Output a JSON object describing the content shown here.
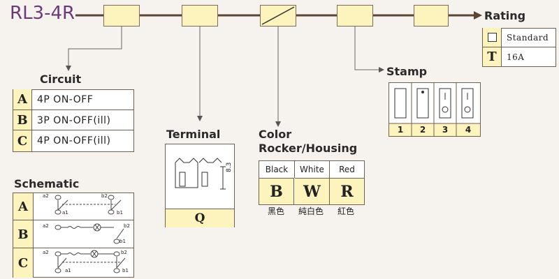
{
  "model": "RL3-4R",
  "rating": {
    "title": "Rating",
    "rows": [
      {
        "code": "□",
        "label": "Standard"
      },
      {
        "code": "T",
        "label": "16A"
      }
    ]
  },
  "stamp": {
    "title": "Stamp",
    "numbers": [
      "1",
      "2",
      "3",
      "4"
    ]
  },
  "circuit": {
    "title": "Circuit",
    "rows": [
      {
        "code": "A",
        "label": "4P ON-OFF"
      },
      {
        "code": "B",
        "label": "3P ON-OFF(ill)"
      },
      {
        "code": "C",
        "label": "4P ON-OFF(ill)"
      }
    ]
  },
  "terminal": {
    "title": "Terminal",
    "code": "Q",
    "dimension": "8.3"
  },
  "color": {
    "title_line1": "Color",
    "title_line2": "Rocker/Housing",
    "columns": [
      {
        "name": "Black",
        "code": "B",
        "cn": "黑色"
      },
      {
        "name": "White",
        "code": "W",
        "cn": "純白色"
      },
      {
        "name": "Red",
        "code": "R",
        "cn": "紅色"
      }
    ]
  },
  "schematic": {
    "title": "Schematic",
    "rows": [
      {
        "code": "A",
        "labels": {
          "a2": "a2",
          "a1": "a1",
          "b2": "b2",
          "b1": "b1"
        }
      },
      {
        "code": "B",
        "labels": {
          "a2": "a2",
          "b2": "b2",
          "b1": "b1"
        }
      },
      {
        "code": "C",
        "labels": {
          "a2": "a2",
          "a1": "a1",
          "b2": "b2",
          "b1": "b1"
        }
      }
    ]
  }
}
